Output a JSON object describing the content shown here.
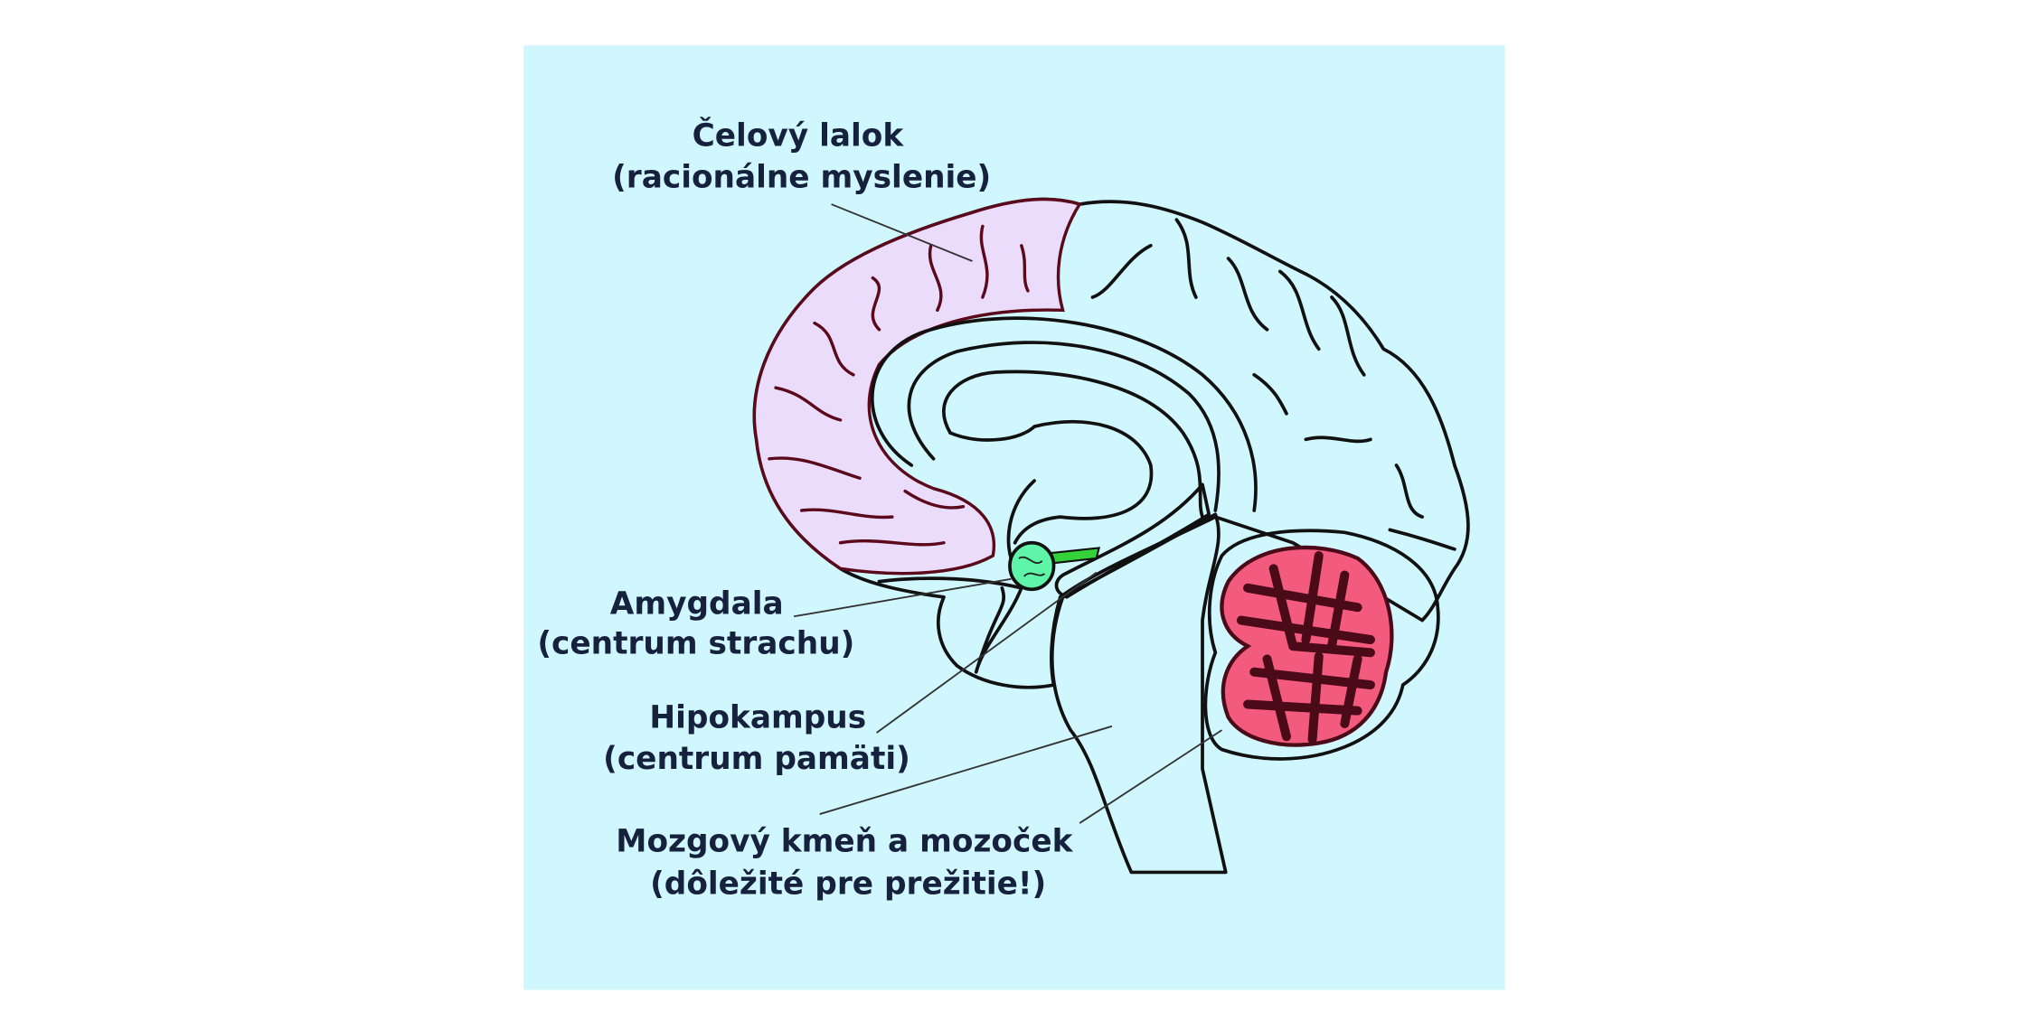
{
  "colors": {
    "background": "#d0f6fe",
    "cortex": "#87cef2",
    "frontal_lobe": "#ecdcfc",
    "brainstem": "#65569e",
    "cerebellum_outer": "#1aa0ee",
    "cerebellum_inner": "#f25b7e",
    "cerebellum_dark": "#4a0a18",
    "amygdala": "#5ef5a8",
    "hippocampus": "#fde08c",
    "label_text": "#16213d"
  },
  "labels": {
    "frontal": {
      "line1": "Čelový lalok",
      "line2": "(racionálne myslenie)"
    },
    "amygdala": {
      "line1": "Amygdala",
      "line2": "(centrum strachu)"
    },
    "hippocampus": {
      "line1": "Hipokampus",
      "line2": "(centrum pamäti)"
    },
    "brainstem": {
      "line1": "Mozgový kmeň a mozoček",
      "line2": "(dôležité pre prežitie!)"
    }
  }
}
